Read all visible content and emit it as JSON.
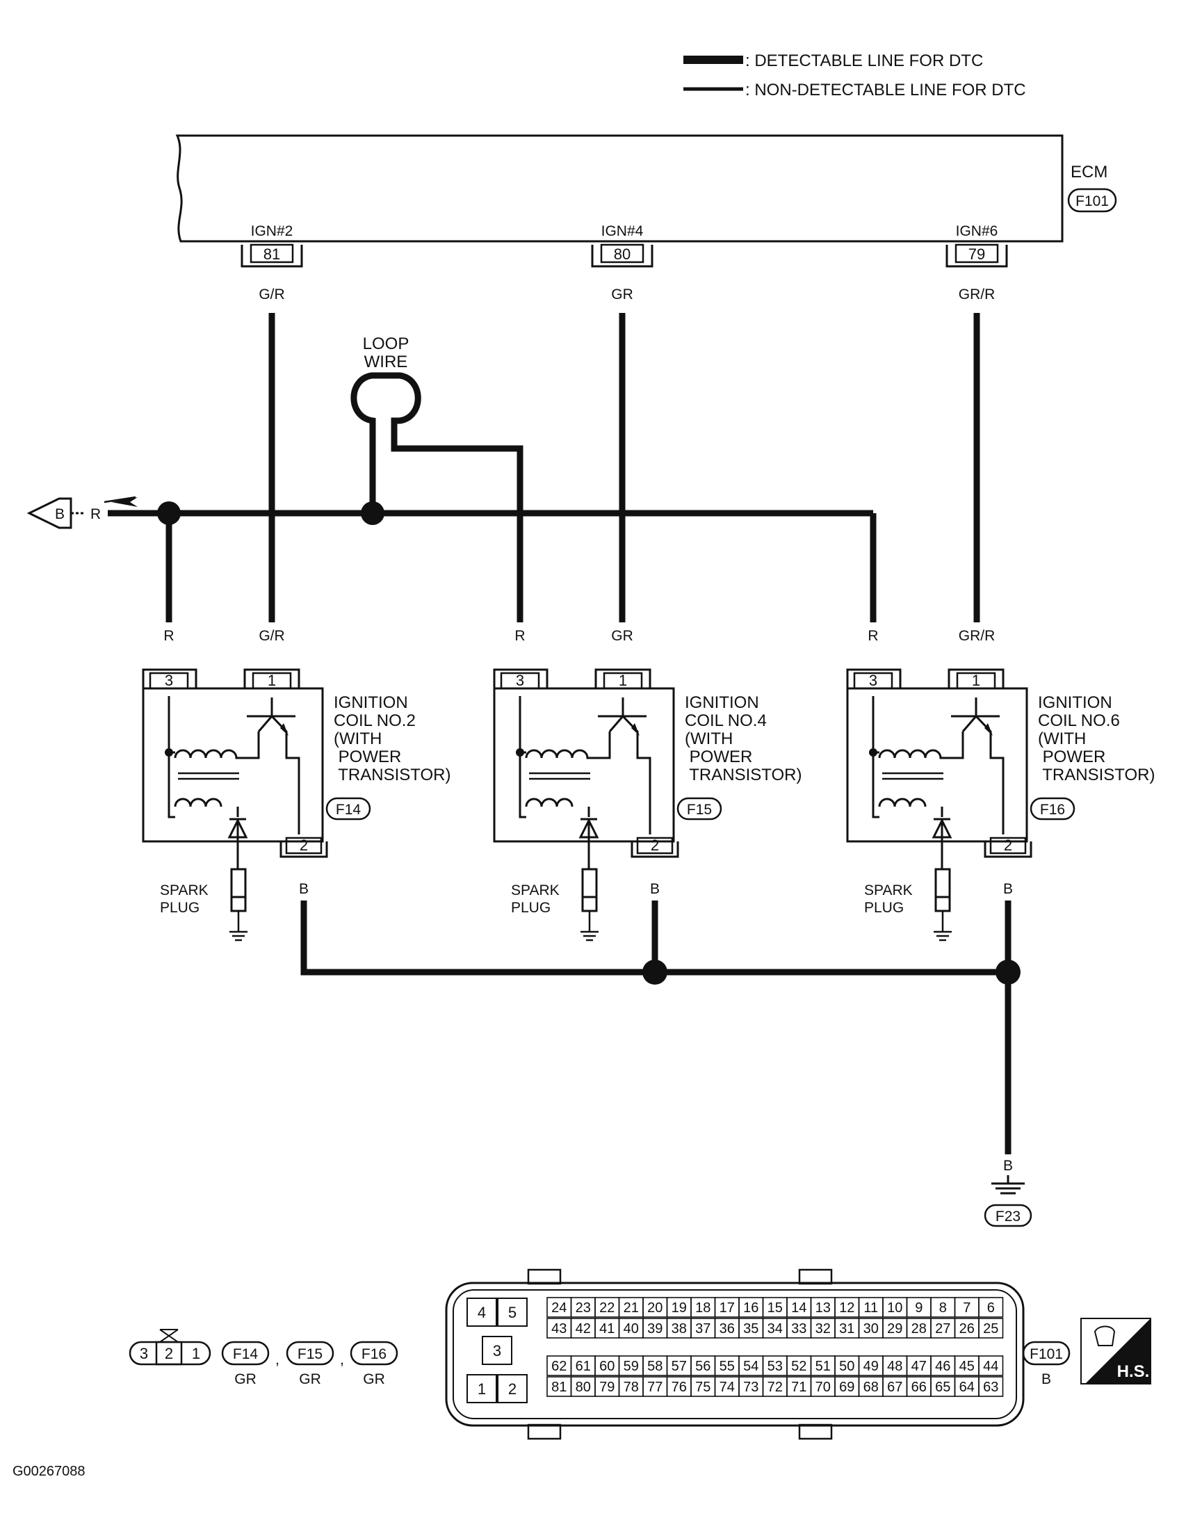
{
  "legend": {
    "detectable": ": DETECTABLE LINE FOR DTC",
    "non_detectable": ": NON-DETECTABLE LINE FOR DTC"
  },
  "ecm": {
    "label": "ECM",
    "connector": "F101",
    "terminals": [
      {
        "name": "IGN#2",
        "pin": "81",
        "wire": "G/R"
      },
      {
        "name": "IGN#4",
        "pin": "80",
        "wire": "GR"
      },
      {
        "name": "IGN#6",
        "pin": "79",
        "wire": "GR/R"
      }
    ]
  },
  "loop_wire": {
    "line1": "LOOP",
    "line2": "WIRE"
  },
  "source": {
    "connector": "B",
    "wire": "R"
  },
  "coils": [
    {
      "lines": [
        "IGNITION",
        "COIL NO.2",
        "(WITH",
        " POWER",
        " TRANSISTOR)"
      ],
      "connector": "F14",
      "pin3": "3",
      "pin1": "1",
      "pin2": "2",
      "wire3": "R",
      "wire1": "G/R",
      "wire2": "B",
      "plug": [
        "SPARK",
        "PLUG"
      ]
    },
    {
      "lines": [
        "IGNITION",
        "COIL NO.4",
        "(WITH",
        " POWER",
        " TRANSISTOR)"
      ],
      "connector": "F15",
      "pin3": "3",
      "pin1": "1",
      "pin2": "2",
      "wire3": "R",
      "wire1": "GR",
      "wire2": "B",
      "plug": [
        "SPARK",
        "PLUG"
      ]
    },
    {
      "lines": [
        "IGNITION",
        "COIL NO.6",
        "(WITH",
        " POWER",
        " TRANSISTOR)"
      ],
      "connector": "F16",
      "pin3": "3",
      "pin1": "1",
      "pin2": "2",
      "wire3": "R",
      "wire1": "GR/R",
      "wire2": "B",
      "plug": [
        "SPARK",
        "PLUG"
      ]
    }
  ],
  "ground": {
    "wire": "B",
    "connector": "F23"
  },
  "connector_views": {
    "small": {
      "pins": [
        "3",
        "2",
        "1"
      ],
      "refs": [
        {
          "id": "F14",
          "color": "GR"
        },
        {
          "id": "F15",
          "color": "GR"
        },
        {
          "id": "F16",
          "color": "GR"
        }
      ],
      "sep": ","
    },
    "ecm": {
      "id": "F101",
      "color": "B",
      "left_block": [
        "4",
        "5",
        "3",
        "1",
        "2"
      ],
      "row1": [
        "24",
        "23",
        "22",
        "21",
        "20",
        "19",
        "18",
        "17",
        "16",
        "15",
        "14",
        "13",
        "12",
        "11",
        "10",
        "9",
        "8",
        "7",
        "6"
      ],
      "row2": [
        "43",
        "42",
        "41",
        "40",
        "39",
        "38",
        "37",
        "36",
        "35",
        "34",
        "33",
        "32",
        "31",
        "30",
        "29",
        "28",
        "27",
        "26",
        "25"
      ],
      "row3": [
        "62",
        "61",
        "60",
        "59",
        "58",
        "57",
        "56",
        "55",
        "54",
        "53",
        "52",
        "51",
        "50",
        "49",
        "48",
        "47",
        "46",
        "45",
        "44"
      ],
      "row4": [
        "81",
        "80",
        "79",
        "78",
        "77",
        "76",
        "75",
        "74",
        "73",
        "72",
        "71",
        "70",
        "69",
        "68",
        "67",
        "66",
        "65",
        "64",
        "63"
      ]
    },
    "hs_label": "H.S."
  },
  "figure_id": "G00267088"
}
